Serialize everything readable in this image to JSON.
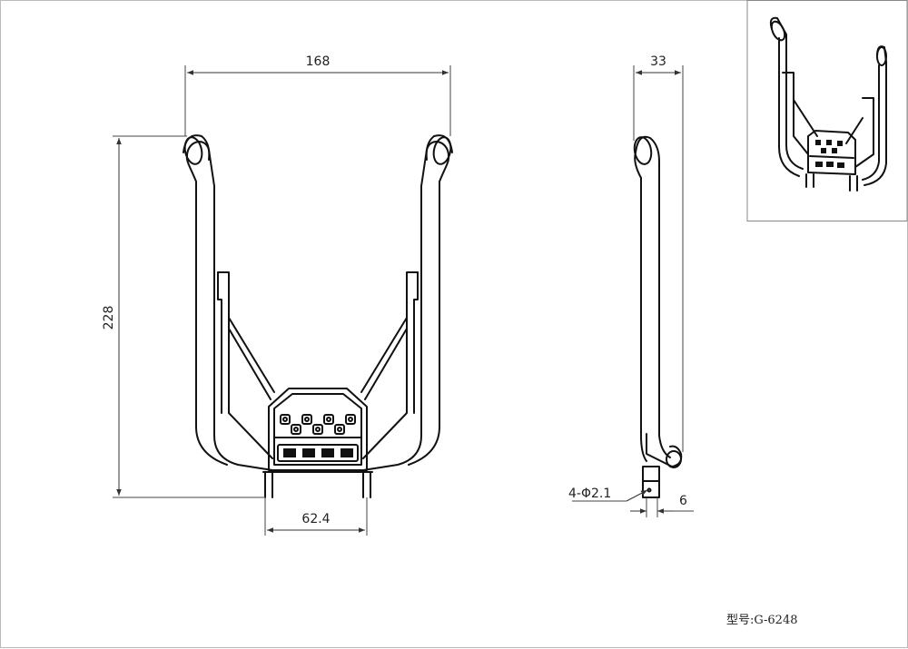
{
  "dimensions": {
    "width_top": "168",
    "height_left": "228",
    "base_width": "62.4",
    "side_depth": "33",
    "hole_spec": "4-Φ2.1",
    "side_thickness": "6"
  },
  "model_label": "型号:G-6248",
  "colors": {
    "line": "#111111",
    "background": "#ffffff"
  }
}
